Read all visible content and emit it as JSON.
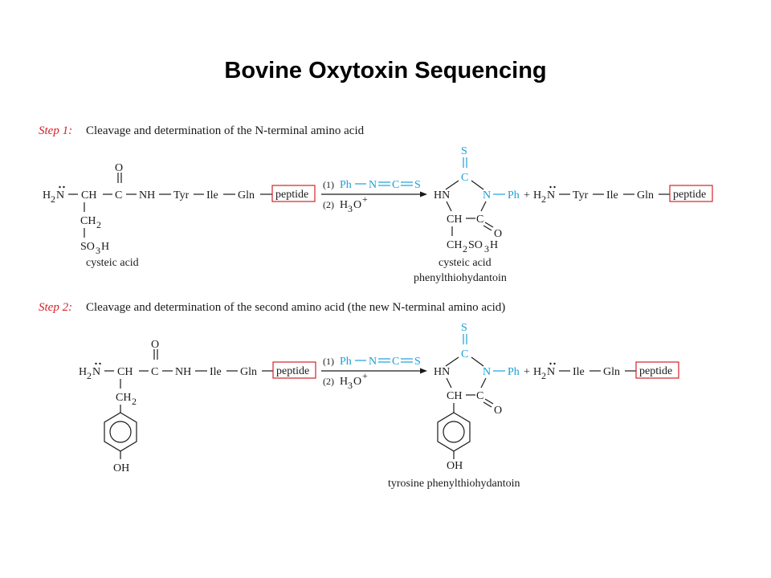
{
  "title": "Bovine Oxytoxin Sequencing",
  "colors": {
    "step_label": "#d2232a",
    "reagent": "#1aa0d8",
    "highlight_box": "#d2232a"
  },
  "step1": {
    "label": "Step 1:",
    "description": "Cleavage and determination of the N-terminal amino acid",
    "reactant": {
      "h2n": "H",
      "sub2": "2",
      "n": "N",
      "ch": "CH",
      "c": "C",
      "o": "O",
      "nh": "NH",
      "residues": [
        "Tyr",
        "Ile",
        "Gln"
      ],
      "peptide": "peptide",
      "sidechain_ch": "CH",
      "sidechain_sub": "2",
      "so3h_a": "SO",
      "so3h_sub": "3",
      "so3h_b": "H",
      "caption": "cysteic acid"
    },
    "reagents": {
      "r1_num": "(1)",
      "r1_ph": "Ph",
      "r1_n": "N",
      "r1_c": "C",
      "r1_s": "S",
      "r2_num": "(2)",
      "r2_h": "H",
      "r2_sub": "3",
      "r2_o": "O",
      "r2_sup": "+"
    },
    "product": {
      "s": "S",
      "c": "C",
      "hn": "HN",
      "n": "N",
      "ph": "Ph",
      "ch": "CH",
      "c2": "C",
      "o": "O",
      "side_a": "CH",
      "side_sub1": "2",
      "side_b": "SO",
      "side_sub2": "3",
      "side_c": "H",
      "caption1": "cysteic acid",
      "caption2": "phenylthiohydantoin"
    },
    "remaining": {
      "plus": "+",
      "h": "H",
      "sub2": "2",
      "n": "N",
      "residues": [
        "Tyr",
        "Ile",
        "Gln"
      ],
      "peptide": "peptide"
    }
  },
  "step2": {
    "label": "Step 2:",
    "description": "Cleavage and determination of the second amino acid (the new N-terminal amino acid)",
    "reactant": {
      "h": "H",
      "sub2": "2",
      "n": "N",
      "ch": "CH",
      "c": "C",
      "o": "O",
      "nh": "NH",
      "residues": [
        "Ile",
        "Gln"
      ],
      "peptide": "peptide",
      "sidechain_ch": "CH",
      "sidechain_sub": "2",
      "oh": "OH"
    },
    "reagents": {
      "r1_num": "(1)",
      "r1_ph": "Ph",
      "r1_n": "N",
      "r1_c": "C",
      "r1_s": "S",
      "r2_num": "(2)",
      "r2_h": "H",
      "r2_sub": "3",
      "r2_o": "O",
      "r2_sup": "+"
    },
    "product": {
      "s": "S",
      "c": "C",
      "hn": "HN",
      "n": "N",
      "ph": "Ph",
      "ch": "CH",
      "c2": "C",
      "o": "O",
      "oh": "OH",
      "caption": "tyrosine phenylthiohydantoin"
    },
    "remaining": {
      "plus": "+",
      "h": "H",
      "sub2": "2",
      "n": "N",
      "residues": [
        "Ile",
        "Gln"
      ],
      "peptide": "peptide"
    }
  }
}
